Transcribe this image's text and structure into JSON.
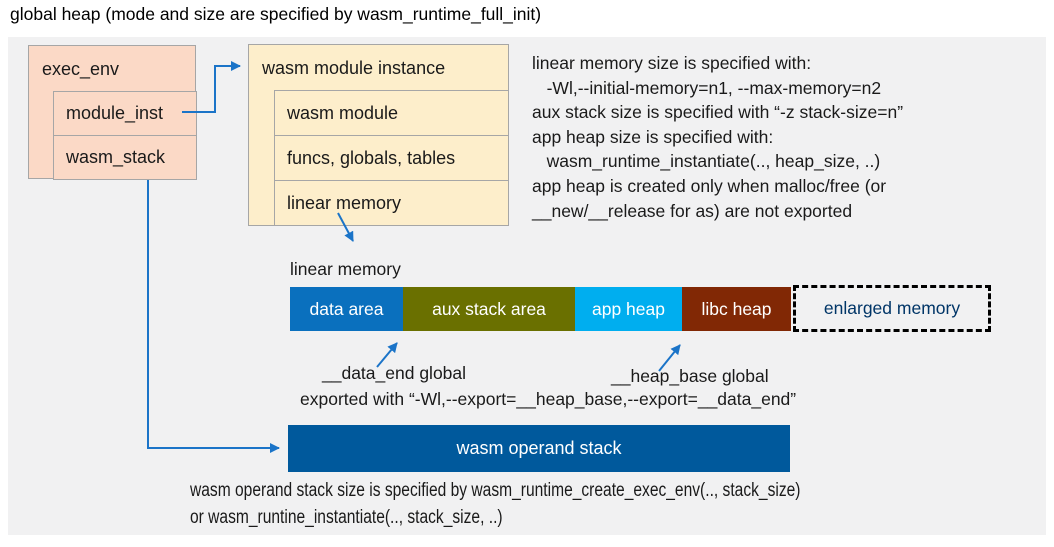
{
  "title": "global heap (mode and size are specified by wasm_runtime_full_init)",
  "exec_env": {
    "title": "exec_env",
    "rows": [
      "module_inst",
      "wasm_stack"
    ]
  },
  "module_instance": {
    "title": "wasm module instance",
    "rows": [
      "wasm module",
      "funcs, globals, tables",
      "linear memory"
    ]
  },
  "config_notes": "linear memory size is specified with:\n   -Wl,--initial-memory=n1, --max-memory=n2\naux stack size is specified with “-z stack-size=n”\napp heap size is specified with:\n   wasm_runtime_instantiate(.., heap_size, ..)\napp heap is created only when malloc/free (or\n__new/__release for as) are not exported",
  "linear_memory": {
    "label": "linear memory",
    "segments": [
      {
        "label": "data area",
        "color": "#0a70be"
      },
      {
        "label": "aux stack area",
        "color": "#6a7000"
      },
      {
        "label": "app heap",
        "color": "#00aeef"
      },
      {
        "label": "libc heap",
        "color": "#812805"
      }
    ],
    "enlarged": {
      "label": "enlarged memory",
      "text_color": "#003567"
    }
  },
  "globals": {
    "data_end": "__data_end global",
    "heap_base": "__heap_base global",
    "exported": "exported with “-Wl,--export=__heap_base,--export=__data_end”"
  },
  "operand_stack": {
    "label": "wasm operand stack",
    "color": "#00599c",
    "note": "wasm operand stack size is specified by wasm_runtime_create_exec_env(.., stack_size)\nor wasm_runtine_instantiate(.., stack_size, ..)"
  },
  "colors": {
    "arrow": "#1b74c8",
    "box_salmon": "#fbd9c6",
    "box_cream": "#fdeecb",
    "panel_bg": "#f1f1f2"
  }
}
